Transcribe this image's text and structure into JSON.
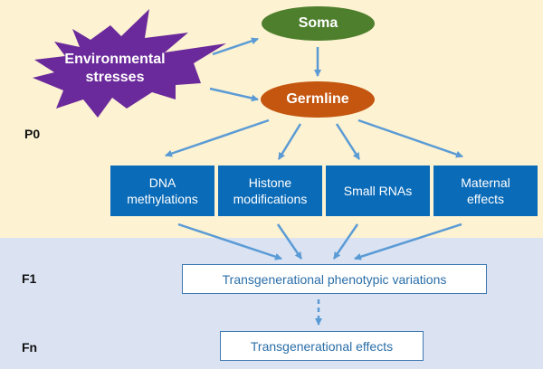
{
  "generations": {
    "p0": "P0",
    "f1": "F1",
    "fn": "Fn"
  },
  "nodes": {
    "environmental_stresses": {
      "line1": "Environmental",
      "line2": "stresses"
    },
    "soma": "Soma",
    "germline": "Germline",
    "mechanisms": [
      {
        "line1": "DNA",
        "line2": "methylations"
      },
      {
        "line1": "Histone",
        "line2": "modifications"
      },
      {
        "line1": "Small RNAs",
        "line2": ""
      },
      {
        "line1": "Maternal",
        "line2": "effects"
      }
    ],
    "f1_outcome": "Transgenerational phenotypic variations",
    "fn_outcome": "Transgenerational effects"
  },
  "colors": {
    "background_p0": "#fdf2d2",
    "background_f": "#dbe3f3",
    "star": "#6b2a9b",
    "soma": "#4e7f2d",
    "germline": "#c4560f",
    "mechanism_box": "#0a6bb8",
    "arrow": "#5b9bd5",
    "outcome_text": "#2a6ea8"
  }
}
